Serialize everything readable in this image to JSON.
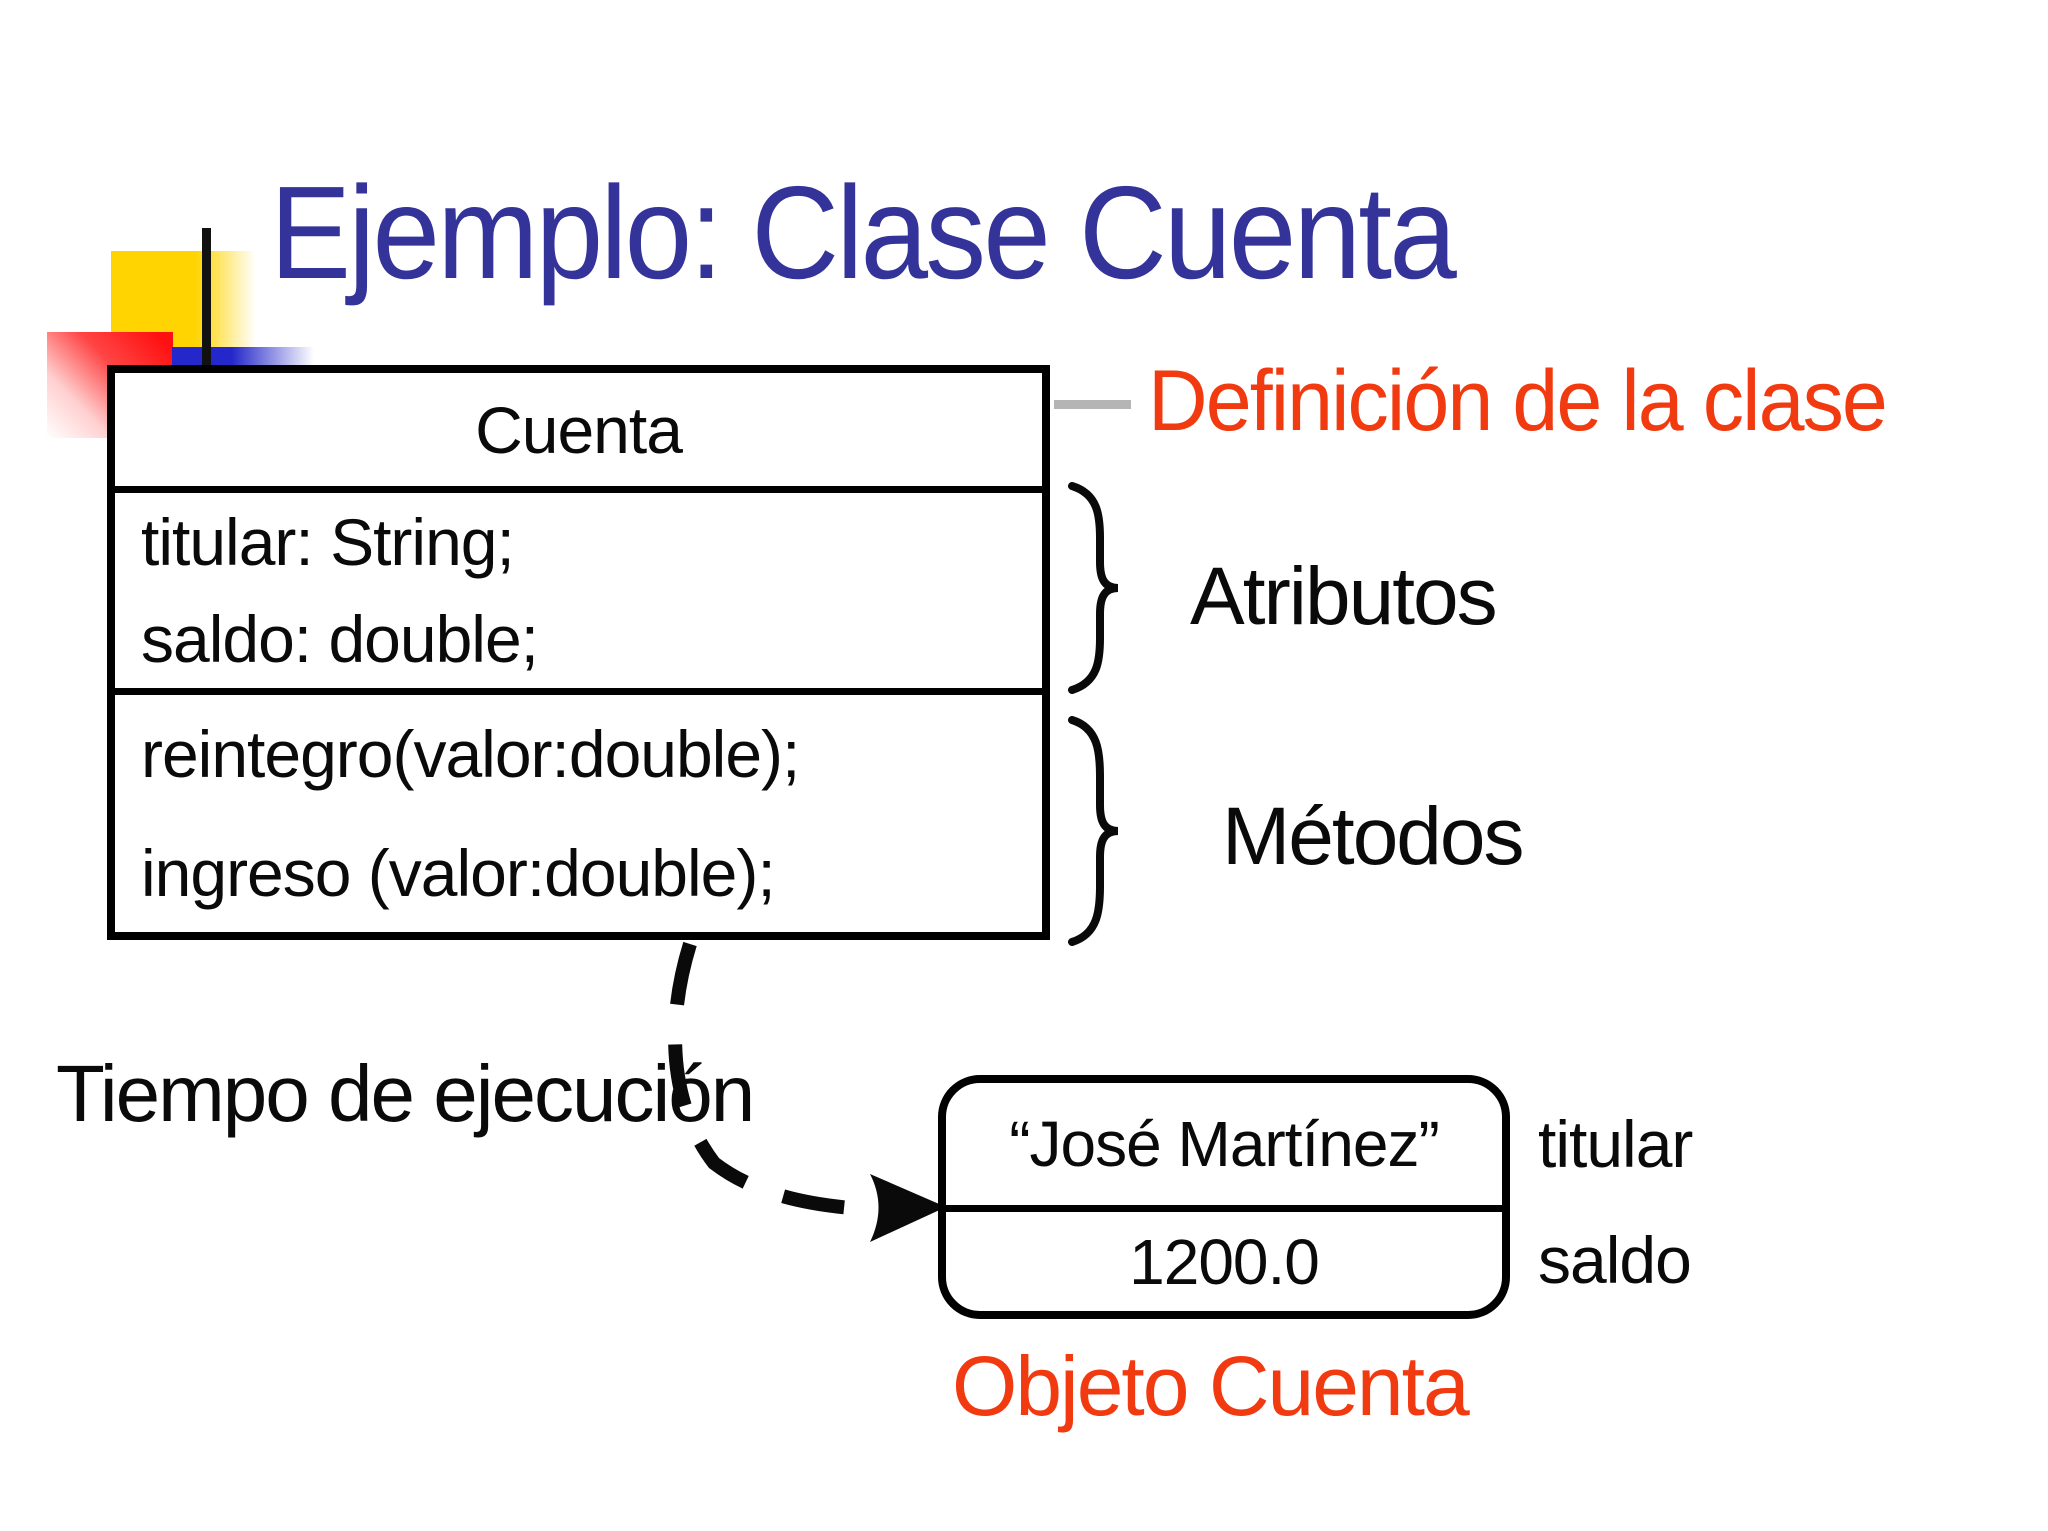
{
  "slide": {
    "title": "Ejemplo: Clase Cuenta"
  },
  "colors": {
    "title_blue": "#333399",
    "accent_red": "#F23A10",
    "connector_gray": "#B5B5B5",
    "decor_yellow": "#FFD400",
    "decor_red": "#FF1111",
    "decor_blue": "#2427C9",
    "diagram_black": "#000000"
  },
  "class_box": {
    "name": "Cuenta",
    "attributes": [
      "titular: String;",
      "saldo: double;"
    ],
    "methods": [
      "reintegro(valor:double);",
      "ingreso (valor:double);"
    ]
  },
  "labels": {
    "definition": "Definición de la clase",
    "attributes": "Atributos",
    "methods": "Métodos",
    "runtime": "Tiempo de ejecución",
    "object_caption": "Objeto Cuenta"
  },
  "object_box": {
    "titular_value": "“José Martínez”",
    "saldo_value": "1200.0",
    "titular_label": "titular",
    "saldo_label": "saldo"
  }
}
